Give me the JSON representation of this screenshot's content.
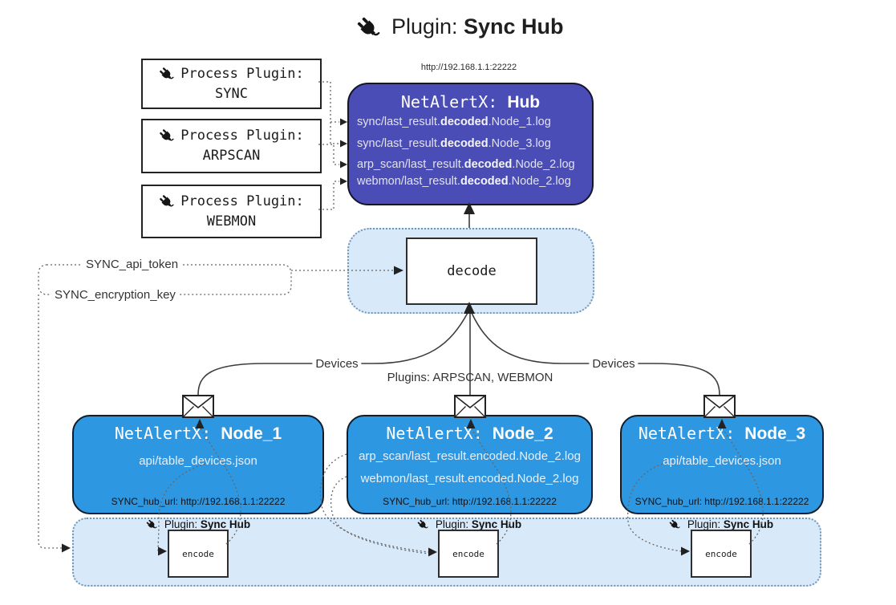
{
  "title": {
    "prefix": "Plugin: ",
    "bold": "Sync Hub"
  },
  "icons": {
    "plug": "plug-icon",
    "envelope": "envelope-icon"
  },
  "colors": {
    "canvas_bg": "#ffffff",
    "hub_fill": "#4a4db5",
    "node_fill": "#2e97e2",
    "band_fill": "#d8e9fa",
    "band_border": "#7396b8"
  },
  "process_plugins": [
    {
      "label": "Process Plugin:",
      "name": "SYNC"
    },
    {
      "label": "Process Plugin:",
      "name": "ARPSCAN"
    },
    {
      "label": "Process Plugin:",
      "name": "WEBMON"
    }
  ],
  "hub": {
    "url": "http://192.168.1.1:22222",
    "title_mono": "NetAlertX: ",
    "title_bold": "Hub",
    "lines": [
      {
        "prefix": "sync/last_result.",
        "bold": "decoded",
        "suffix": ".Node_1.log"
      },
      {
        "prefix": "sync/last_result.",
        "bold": "decoded",
        "suffix": ".Node_3.log"
      },
      {
        "prefix": "arp_scan/last_result.",
        "bold": "decoded",
        "suffix": ".Node_2.log"
      },
      {
        "prefix": "webmon/last_result.",
        "bold": "decoded",
        "suffix": ".Node_2.log"
      }
    ]
  },
  "decode": {
    "label": "decode"
  },
  "secrets": {
    "api_token": "SYNC_api_token",
    "encryption_key": "SYNC_encryption_key"
  },
  "edge_labels": {
    "devices_left": "Devices",
    "plugins_mid": "Plugins: ARPSCAN, WEBMON",
    "devices_right": "Devices"
  },
  "nodes": [
    {
      "title_mono": "NetAlertX: ",
      "title_bold": "Node_1",
      "lines": [
        "api/table_devices.json"
      ],
      "hub_url": "SYNC_hub_url: http://192.168.1.1:22222"
    },
    {
      "title_mono": "NetAlertX: ",
      "title_bold": "Node_2",
      "lines": [
        "arp_scan/last_result.encoded.Node_2.log",
        "webmon/last_result.encoded.Node_2.log"
      ],
      "hub_url": "SYNC_hub_url: http://192.168.1.1:22222"
    },
    {
      "title_mono": "NetAlertX: ",
      "title_bold": "Node_3",
      "lines": [
        "api/table_devices.json"
      ],
      "hub_url": "SYNC_hub_url: http://192.168.1.1:22222"
    }
  ],
  "band": {
    "plugin_label_prefix": "Plugin: ",
    "plugin_label_bold": "Sync Hub",
    "encode_boxes": [
      "encode",
      "encode",
      "encode"
    ]
  }
}
